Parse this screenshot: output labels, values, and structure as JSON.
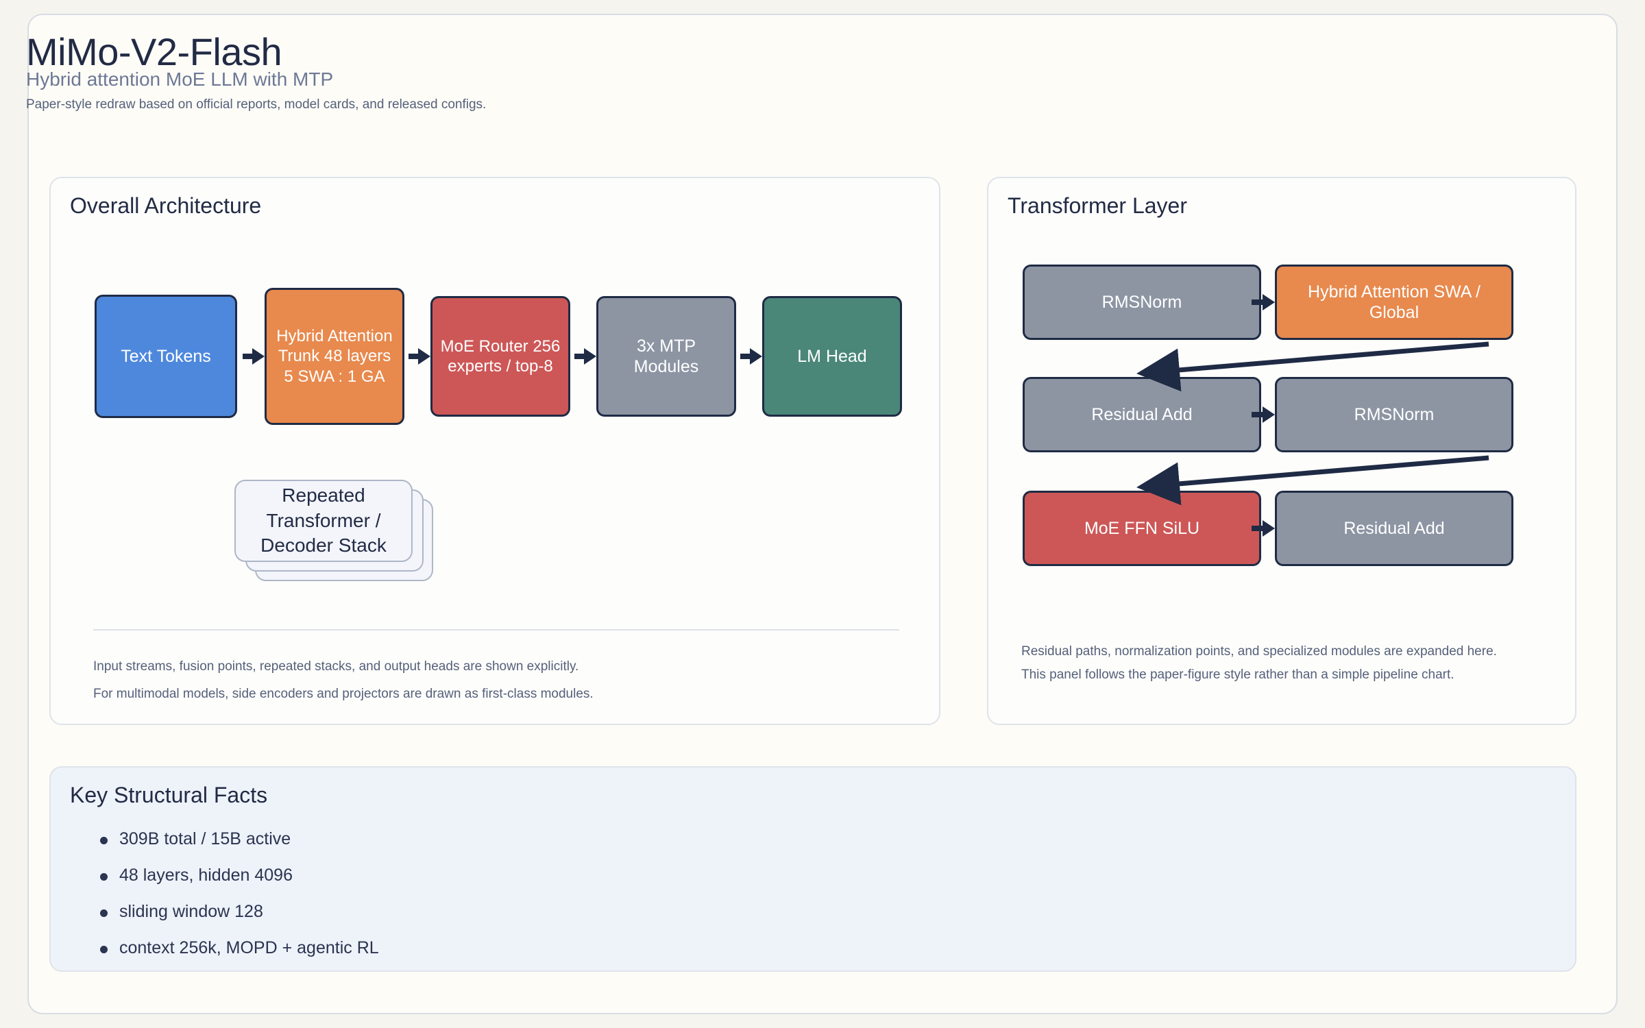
{
  "header": {
    "title": "MiMo-V2-Flash",
    "subtitle": "Hybrid attention MoE LLM with MTP",
    "note": "Paper-style redraw based on official reports, model cards, and released configs."
  },
  "architecture_panel": {
    "title": "Overall Architecture",
    "pipeline": [
      {
        "label": "Text Tokens",
        "color": "#4e88dd"
      },
      {
        "label": "Hybrid Attention Trunk 48 layers 5 SWA : 1 GA",
        "color": "#e8894d"
      },
      {
        "label": "MoE Router 256 experts / top-8",
        "color": "#cd5757"
      },
      {
        "label": "3x MTP Modules",
        "color": "#8d95a3"
      },
      {
        "label": "LM Head",
        "color": "#4a8779"
      }
    ],
    "stack_card": "Repeated Transformer / Decoder Stack",
    "footnotes": [
      "Input streams, fusion points, repeated stacks, and output heads are shown explicitly.",
      "For multimodal models, side encoders and projectors are drawn as first-class modules."
    ]
  },
  "layer_panel": {
    "title": "Transformer Layer",
    "blocks": [
      {
        "label": "RMSNorm",
        "color": "#8d95a3"
      },
      {
        "label": "Hybrid Attention SWA / Global",
        "color": "#e8894d"
      },
      {
        "label": "Residual Add",
        "color": "#8d95a3"
      },
      {
        "label": "RMSNorm",
        "color": "#8d95a3"
      },
      {
        "label": "MoE FFN SiLU",
        "color": "#cd5757"
      },
      {
        "label": "Residual Add",
        "color": "#8d95a3"
      }
    ],
    "footnotes": [
      "Residual paths, normalization points, and specialized modules are expanded here.",
      "This panel follows the paper-figure style rather than a simple pipeline chart."
    ]
  },
  "facts_panel": {
    "title": "Key Structural Facts",
    "items": [
      "309B total / 15B active",
      "48 layers, hidden 4096",
      "sliding window 128",
      "context 256k, MOPD + agentic RL"
    ]
  }
}
